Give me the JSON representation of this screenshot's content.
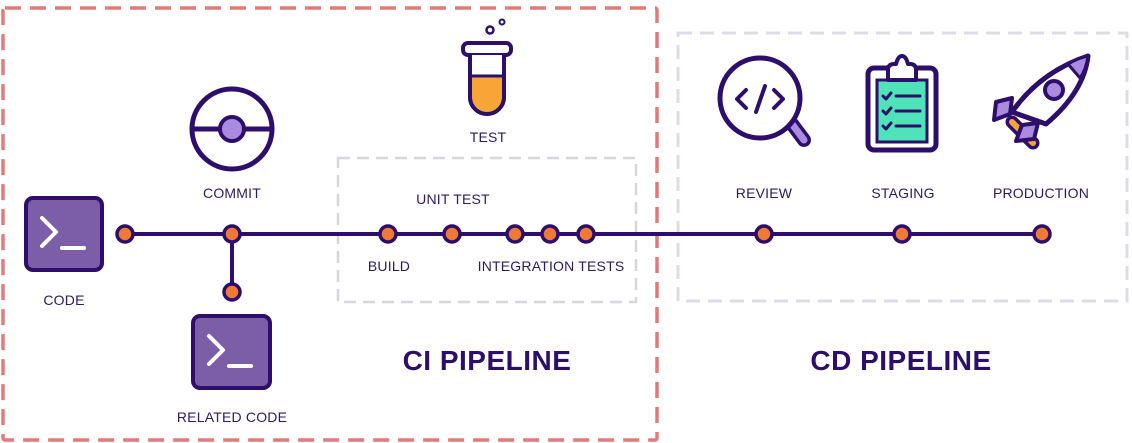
{
  "labels": {
    "code": "CODE",
    "commit": "COMMIT",
    "related_code": "RELATED CODE",
    "test": "TEST",
    "unit_test": "UNIT TEST",
    "build": "BUILD",
    "integration_tests": "INTEGRATION TESTS",
    "review": "REVIEW",
    "staging": "STAGING",
    "production": "PRODUCTION"
  },
  "sections": {
    "ci": "CI PIPELINE",
    "cd": "CD PIPELINE"
  },
  "icons": {
    "code": "terminal-icon",
    "commit": "commit-icon",
    "related_code": "terminal-icon",
    "test": "test-tube-icon",
    "review": "code-review-icon",
    "staging": "clipboard-checklist-icon",
    "production": "rocket-icon"
  },
  "colors": {
    "dark_purple": "#2d0f6b",
    "node_orange": "#f07a35",
    "terminal_purple": "#7b5ea7",
    "light_purple": "#a98be0",
    "tube_orange": "#f7a536",
    "clipboard_green": "#4ee3b8",
    "ci_border": "#e06e6e",
    "cd_border": "#dcdce8",
    "inner_border": "#d6d6df"
  }
}
